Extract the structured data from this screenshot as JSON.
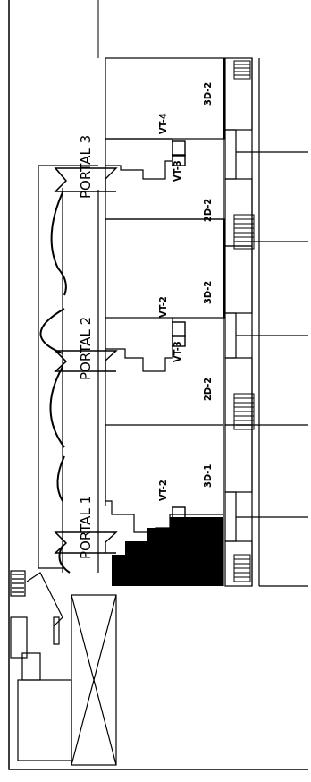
{
  "labels": {
    "portal_1": "PORTAL 1",
    "portal_2": "PORTAL 2",
    "portal_3": "PORTAL 3",
    "room_3d_2_top": "3D-2",
    "room_2d_2_upper": "2D-2",
    "room_3d_2_middle": "3D-2",
    "room_2d_2_lower": "2D-2",
    "room_3d_1": "3D-1",
    "vt_4": "VT-4",
    "vt_3_upper": "VT-3",
    "vt_2_upper": "VT-2",
    "vt_3_lower": "VT-3",
    "vt_2_lower": "VT-2"
  }
}
